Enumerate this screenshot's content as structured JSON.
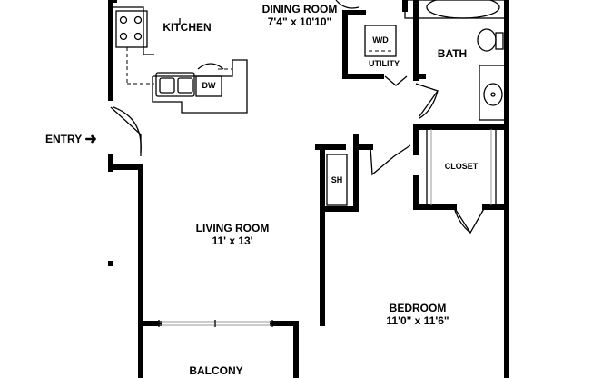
{
  "rooms": {
    "kitchen": {
      "name": "KITCHEN"
    },
    "dining": {
      "name": "DINING ROOM",
      "size": "7'4\" x 10'10\""
    },
    "washer_dryer": {
      "name": "W/D"
    },
    "utility": {
      "name": "UTILITY"
    },
    "bath": {
      "name": "BATH"
    },
    "entry": {
      "name": "ENTRY"
    },
    "dishwasher": {
      "name": "DW"
    },
    "closet": {
      "name": "CLOSET"
    },
    "shower": {
      "name": "SH"
    },
    "living": {
      "name": "LIVING ROOM",
      "size": "11' x 13'"
    },
    "bedroom": {
      "name": "BEDROOM",
      "size": "11'0\" x 11'6\""
    },
    "balcony": {
      "name": "BALCONY"
    }
  },
  "icons": {
    "entry_arrow": "arrow-right-icon"
  }
}
